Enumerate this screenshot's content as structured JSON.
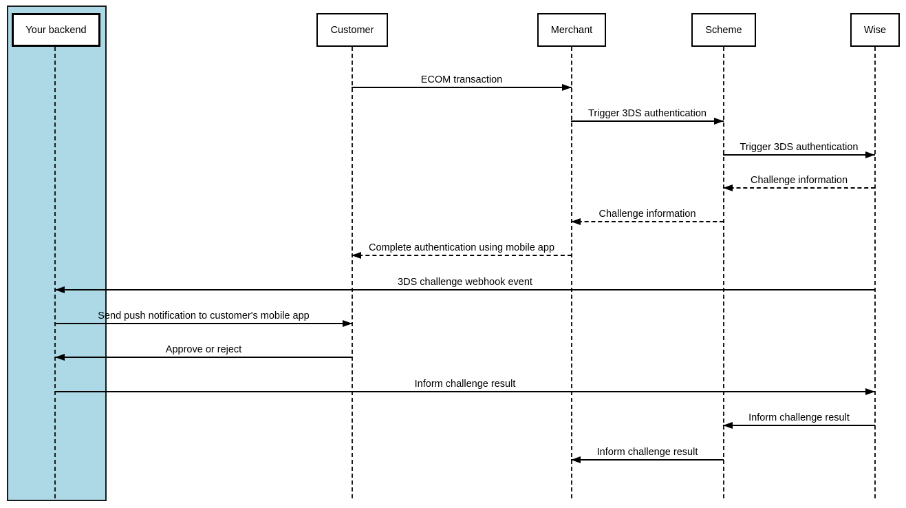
{
  "diagram_type": "sequence-diagram",
  "participants": [
    {
      "name": "Your backend",
      "highlighted": true
    },
    {
      "name": "Customer",
      "highlighted": false
    },
    {
      "name": "Merchant",
      "highlighted": false
    },
    {
      "name": "Scheme",
      "highlighted": false
    },
    {
      "name": "Wise",
      "highlighted": false
    }
  ],
  "messages": [
    {
      "from": "Customer",
      "to": "Merchant",
      "label": "ECOM transaction",
      "line": "solid"
    },
    {
      "from": "Merchant",
      "to": "Scheme",
      "label": "Trigger 3DS authentication",
      "line": "solid"
    },
    {
      "from": "Scheme",
      "to": "Wise",
      "label": "Trigger 3DS authentication",
      "line": "solid"
    },
    {
      "from": "Wise",
      "to": "Scheme",
      "label": "Challenge information",
      "line": "dashed"
    },
    {
      "from": "Scheme",
      "to": "Merchant",
      "label": "Challenge information",
      "line": "dashed"
    },
    {
      "from": "Merchant",
      "to": "Customer",
      "label": "Complete authentication using mobile app",
      "line": "dashed"
    },
    {
      "from": "Wise",
      "to": "Your backend",
      "label": "3DS challenge webhook event",
      "line": "solid"
    },
    {
      "from": "Your backend",
      "to": "Customer",
      "label": "Send push notification to customer's mobile app",
      "line": "solid"
    },
    {
      "from": "Customer",
      "to": "Your backend",
      "label": "Approve or reject",
      "line": "solid"
    },
    {
      "from": "Your backend",
      "to": "Wise",
      "label": "Inform challenge result",
      "line": "solid"
    },
    {
      "from": "Wise",
      "to": "Scheme",
      "label": "Inform challenge result",
      "line": "solid"
    },
    {
      "from": "Scheme",
      "to": "Merchant",
      "label": "Inform challenge result",
      "line": "solid"
    }
  ],
  "colors": {
    "backend_highlight": "#add8e6",
    "line": "#000000"
  }
}
